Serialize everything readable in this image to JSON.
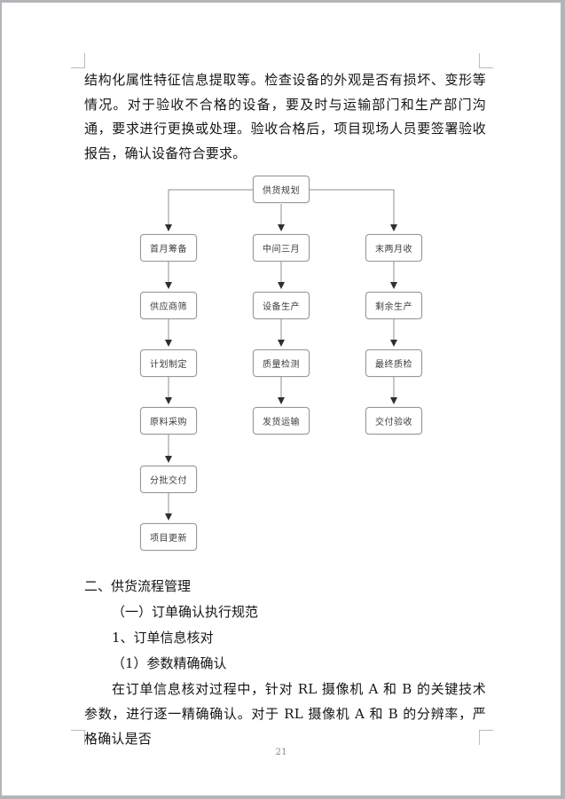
{
  "document": {
    "top_paragraph": "结构化属性特征信息提取等。检查设备的外观是否有损坏、变形等情况。对于验收不合格的设备，要及时与运输部门和生产部门沟通，要求进行更换或处理。验收合格后，项目现场人员要签署验收报告，确认设备符合要求。",
    "section_heading": "二、供货流程管理",
    "sub_heading_1": "（一）订单确认执行规范",
    "sub_heading_2": "1、订单信息核对",
    "sub_heading_3": "（1）参数精确确认",
    "body_paragraph": "在订单信息核对过程中，针对 RL 摄像机 A 和 B 的关键技术参数，进行逐一精确确认。对于 RL 摄像机 A 和 B 的分辨率，严格确认是否",
    "page_number": "21"
  },
  "flowchart": {
    "root": "供货规划",
    "columns": [
      {
        "nodes": [
          "首月筹备",
          "供应商筛",
          "计划制定",
          "原料采购",
          "分批交付",
          "项目更新"
        ]
      },
      {
        "nodes": [
          "中间三月",
          "设备生产",
          "质量检测",
          "发货运输"
        ]
      },
      {
        "nodes": [
          "末两月收",
          "剩余生产",
          "最终质检",
          "交付验收"
        ]
      }
    ]
  },
  "colors": {
    "frame": "#b2b4b7",
    "page": "#ffffff",
    "text": "#161616",
    "node_border": "#989898",
    "connector": "#8f8f8f",
    "arrowhead": "#2f2f2f",
    "crop_mark": "#bcbcbc",
    "page_number": "#8a8a8a"
  }
}
